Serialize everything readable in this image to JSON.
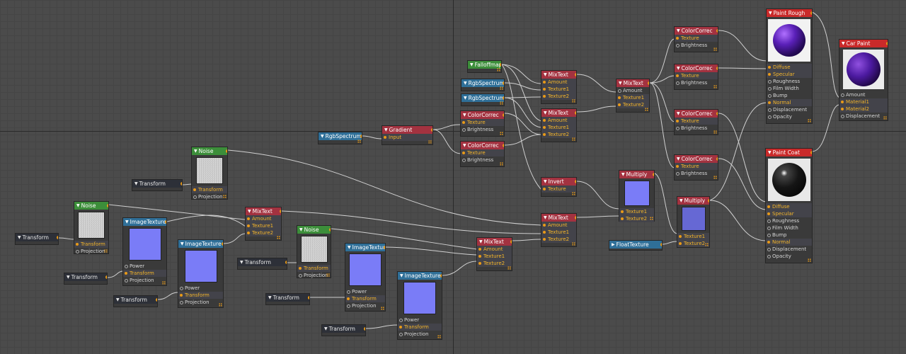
{
  "nodes": {
    "transform1": {
      "title": "Transform"
    },
    "transform2": {
      "title": "Transform"
    },
    "transform3": {
      "title": "Transform"
    },
    "transform4": {
      "title": "Transform"
    },
    "transform5": {
      "title": "Transform"
    },
    "transform6": {
      "title": "Transform"
    },
    "transform7": {
      "title": "Transform"
    },
    "noise1": {
      "title": "Noise",
      "rows": [
        "Transform",
        "Projection"
      ]
    },
    "noise2": {
      "title": "Noise",
      "rows": [
        "Transform",
        "Projection"
      ]
    },
    "noise3": {
      "title": "Noise",
      "rows": [
        "Transform",
        "Projection"
      ]
    },
    "imagetex1": {
      "title": "ImageTexture",
      "rows": [
        "Power",
        "Transform",
        "Projection"
      ]
    },
    "imagetex2": {
      "title": "ImageTexture",
      "rows": [
        "Power",
        "Transform",
        "Projection"
      ]
    },
    "imagetex3": {
      "title": "ImageTexture",
      "rows": [
        "Power",
        "Transform",
        "Projection"
      ]
    },
    "imagetex4": {
      "title": "ImageTexture",
      "rows": [
        "Power",
        "Transform",
        "Projection"
      ]
    },
    "mixtext1": {
      "title": "MixText",
      "rows": [
        "Amount",
        "Texture1",
        "Texture2"
      ]
    },
    "mixtext2": {
      "title": "MixText",
      "rows": [
        "Amount",
        "Texture1",
        "Texture2"
      ]
    },
    "mixtext3": {
      "title": "MixText",
      "rows": [
        "Amount",
        "Texture1",
        "Texture2"
      ]
    },
    "mixtext4": {
      "title": "MixText",
      "rows": [
        "Amount",
        "Texture1",
        "Texture2"
      ]
    },
    "mixtext5": {
      "title": "MixText",
      "rows": [
        "Amount",
        "Texture1",
        "Texture2"
      ]
    },
    "mixtext6": {
      "title": "MixText",
      "rows": [
        "Amount",
        "Texture1",
        "Texture2"
      ]
    },
    "rgbspec1": {
      "title": "RgbSpectrum"
    },
    "rgbspec2": {
      "title": "RgbSpectrum"
    },
    "rgbspec3": {
      "title": "RgbSpectrum"
    },
    "gradient": {
      "title": "Gradient",
      "rows": [
        "Input"
      ]
    },
    "colorcorr1": {
      "title": "ColorCorrec",
      "rows": [
        "Texture",
        "Brightness"
      ]
    },
    "colorcorr2": {
      "title": "ColorCorrec",
      "rows": [
        "Texture",
        "Brightness"
      ]
    },
    "colorcorr3": {
      "title": "ColorCorrec",
      "rows": [
        "Texture",
        "Brightness"
      ]
    },
    "colorcorr4": {
      "title": "ColorCorrec",
      "rows": [
        "Texture",
        "Brightness"
      ]
    },
    "colorcorr5": {
      "title": "ColorCorrec",
      "rows": [
        "Texture",
        "Brightness"
      ]
    },
    "colorcorr6": {
      "title": "ColorCorrec",
      "rows": [
        "Texture",
        "Brightness"
      ]
    },
    "falloffmap": {
      "title": "Falloffmap"
    },
    "invert": {
      "title": "Invert",
      "rows": [
        "Texture"
      ]
    },
    "multiply1": {
      "title": "Multiply",
      "rows": [
        "Texture1",
        "Texture2"
      ]
    },
    "multiply2": {
      "title": "Multiply",
      "rows": [
        "Texture1",
        "Texture2"
      ]
    },
    "floattexture": {
      "title": "FloatTexture"
    },
    "paintrough": {
      "title": "Paint Rough",
      "rows": [
        "Diffuse",
        "Specular",
        "Roughness",
        "Film Width",
        "Bump",
        "Normal",
        "Displacement",
        "Opacity"
      ]
    },
    "paintcoat": {
      "title": "Paint Coat",
      "rows": [
        "Diffuse",
        "Specular",
        "Roughness",
        "Film Width",
        "Bump",
        "Normal",
        "Displacement",
        "Opacity"
      ]
    },
    "carpaint": {
      "title": "Car Paint",
      "rows": [
        "Amount",
        "Material1",
        "Material2",
        "Displacement"
      ]
    }
  }
}
